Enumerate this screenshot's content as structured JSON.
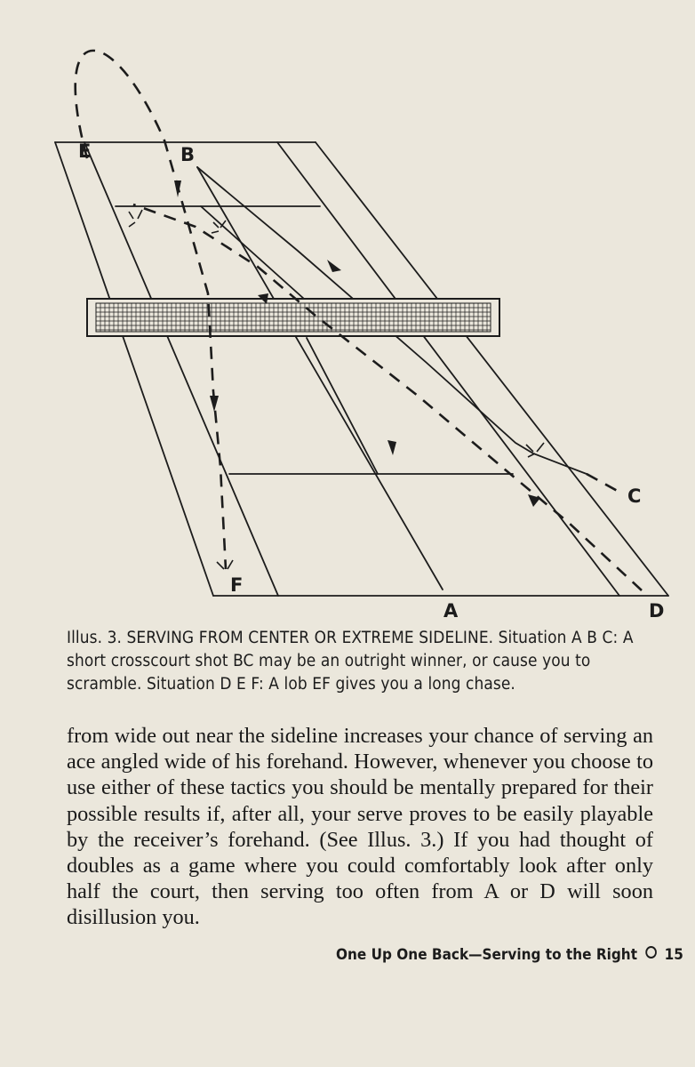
{
  "illustration": {
    "labels": {
      "a": "A",
      "b": "B",
      "c": "C",
      "d": "D",
      "e": "E",
      "f": "F"
    }
  },
  "caption": {
    "text": "Illus. 3. SERVING FROM CENTER OR EXTREME SIDELINE. Situation A B C: A short crosscourt shot BC may be an outright winner, or cause you to scramble. Situation D E F: A lob EF gives you a long chase."
  },
  "body": {
    "paragraph": "from wide out near the sideline increases your chance of serving an ace angled wide of his forehand. However, whenever you choose to use either of these tactics you should be mentally prepared for their possible results if, after all, your serve proves to be easily playable by the receiver’s forehand. (See Illus. 3.) If you had thought of doubles as a game where you could comfortably look after only half the court, then serving too often from A or D will soon disillusion you."
  },
  "footer": {
    "running_title": "One Up One Back—Serving to the Right",
    "page_number": "15"
  }
}
